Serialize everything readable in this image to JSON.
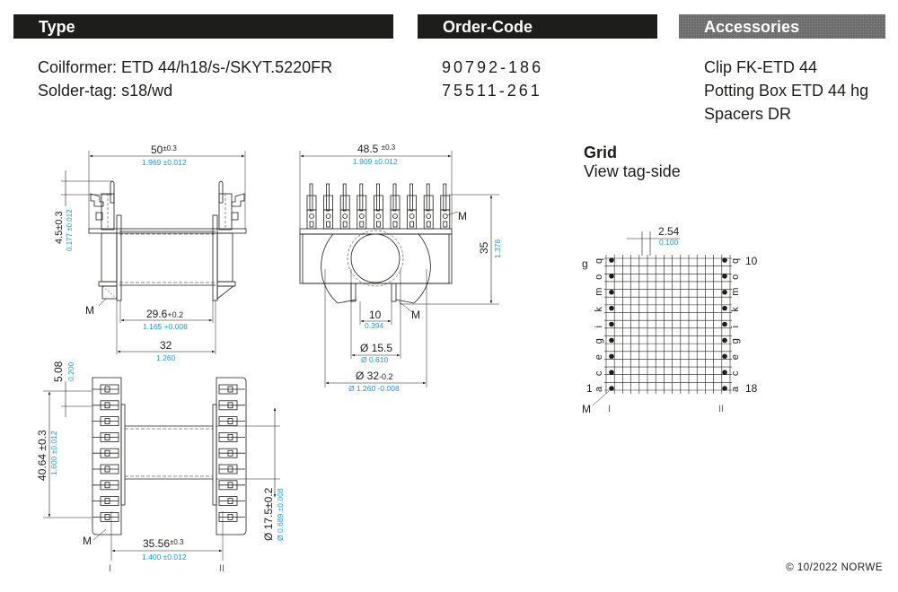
{
  "headers": {
    "type": "Type",
    "order_code": "Order-Code",
    "accessories": "Accessories"
  },
  "type_rows": [
    {
      "label": "Coilformer:",
      "value": "ETD 44/h18/s-/SKYT.5220FR"
    },
    {
      "label": "Solder-tag:",
      "value": "s18/wd"
    }
  ],
  "order_codes": [
    "90792-186",
    "75511-261"
  ],
  "accessories": [
    "Clip FK-ETD 44",
    "Potting Box ETD 44 hg",
    "Spacers DR"
  ],
  "grid": {
    "title": "Grid",
    "subtitle": "View tag-side",
    "pitch_mm": "2.54",
    "pitch_in": "0.100",
    "left_letters": [
      "g",
      "o",
      "m",
      "k",
      "i",
      "g",
      "e",
      "c",
      "a"
    ],
    "right_letters": [
      "q",
      "o",
      "m",
      "k",
      "i",
      "g",
      "e",
      "c",
      "a"
    ],
    "left_top_letter": "q",
    "pin_first": "1",
    "pin_10": "10",
    "pin_18": "18",
    "row_i": "I",
    "row_ii": "II",
    "marker": "M"
  },
  "side_view": {
    "width_mm": "50",
    "width_tol": "±0.3",
    "width_in": "1.969 ±0.012",
    "tag_mm": "4.5±0.3",
    "tag_in": "0.177 ±0.012",
    "inner_mm": "29.6",
    "inner_tol": "+0.2",
    "inner_in": "1.165 +0.008",
    "flange_mm": "32",
    "flange_in": "1.260",
    "marker": "M"
  },
  "front_view": {
    "width_mm": "48.5",
    "width_tol": "±0.3",
    "width_in": "1.909 ±0.012",
    "height_mm": "35",
    "height_in": "1.378",
    "slot_mm": "10",
    "slot_in": "0.394",
    "bore_mm": "Ø 15.5",
    "bore_in": "Ø 0.610",
    "outer_mm": "Ø 32",
    "outer_tol": "-0.2",
    "outer_in": "Ø 1.260 -0.008",
    "marker_top": "M",
    "marker_bottom": "M"
  },
  "bottom_view": {
    "pitch_mm": "5.08",
    "pitch_in": "0.200",
    "span_mm": "40.64 ±0.3",
    "span_in": "1.600 ±0.012",
    "row_mm": "35.56",
    "row_tol": "±0.3",
    "row_in": "1.400 ±0.012",
    "dia_mm": "Ø 17.5±0.2",
    "dia_in": "Ø 0.689 ±0.008",
    "row_i": "I",
    "row_ii": "II",
    "marker": "M"
  },
  "colors": {
    "ink": "#1d1d1b",
    "inch_blue": "#1d9bd7",
    "accessories_bar": "#6d6d6d"
  },
  "footer": {
    "copyright": "© 10/2022 NORWE"
  }
}
